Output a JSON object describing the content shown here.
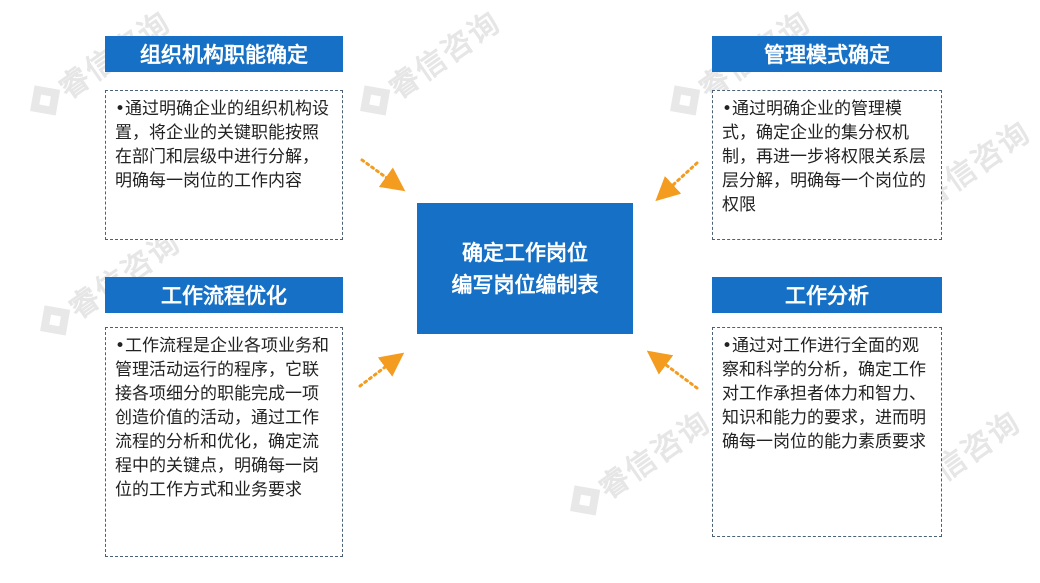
{
  "watermark": "睿信咨询",
  "center": {
    "line1": "确定工作岗位",
    "line2": "编写岗位编制表"
  },
  "boxes": [
    {
      "title": "组织机构职能确定",
      "text": "•通过明确企业的组织机构设置，将企业的关键职能按照在部门和层级中进行分解，明确每一岗位的工作内容"
    },
    {
      "title": "管理模式确定",
      "text": "•通过明确企业的管理模式，确定企业的集分权机制，再进一步将权限关系层层分解，明确每一个岗位的权限"
    },
    {
      "title": "工作流程优化",
      "text": "•工作流程是企业各项业务和管理活动运行的程序，它联接各项细分的职能完成一项创造价值的活动，通过工作流程的分析和优化，确定流程中的关键点，明确每一岗位的工作方式和业务要求"
    },
    {
      "title": "工作分析",
      "text": "•通过对工作进行全面的观察和科学的分析，确定工作对工作承担者体力和智力、知识和能力的要求，进而明确每一岗位的能力素质要求"
    }
  ],
  "colors": {
    "title_bg": "#1570c6",
    "arrow": "#f39c1f",
    "border": "#4a6178"
  }
}
